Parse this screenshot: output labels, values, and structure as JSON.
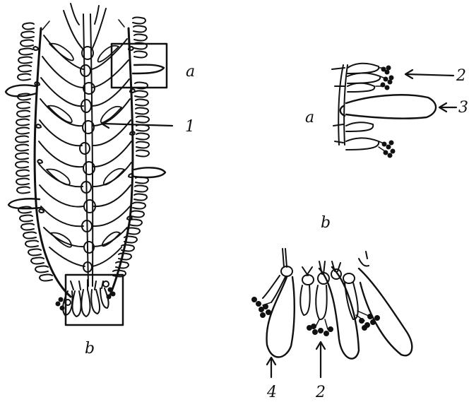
{
  "labels": {
    "main_inset_a": "a",
    "main_inset_b": "b",
    "pointer_1": "1",
    "detail_a_title": "a",
    "detail_a_pointer_2": "2",
    "detail_a_pointer_3": "3",
    "detail_b_title": "b",
    "detail_b_pointer_4": "4",
    "detail_b_pointer_2": "2"
  },
  "colors": {
    "ink": "#111111",
    "paper": "#ffffff"
  }
}
